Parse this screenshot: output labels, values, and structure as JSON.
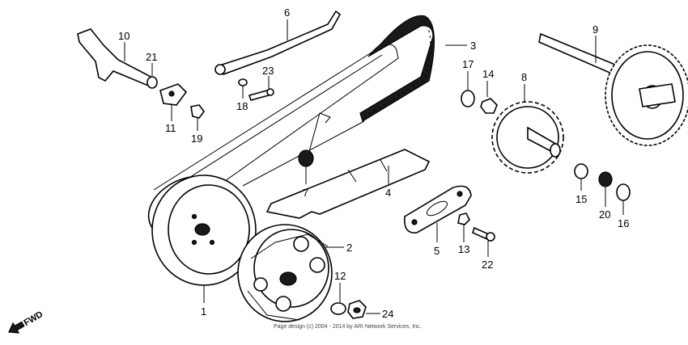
{
  "callouts": {
    "p1": "1",
    "p2": "2",
    "p3": "3",
    "p4": "4",
    "p5": "5",
    "p6": "6",
    "p7": "7",
    "p8": "8",
    "p9": "9",
    "p10": "10",
    "p11": "11",
    "p12": "12",
    "p13": "13",
    "p14": "14",
    "p15": "15",
    "p16": "16",
    "p17": "17",
    "p18": "18",
    "p19": "19",
    "p20": "20",
    "p21": "21",
    "p22": "22",
    "p23": "23",
    "p24": "24"
  },
  "fwd_label": "FWD",
  "copyright": "Page design (c) 2004 - 2014 by ARI Network Services, Inc.",
  "colors": {
    "ink": "#000000",
    "paper": "#ffffff"
  }
}
